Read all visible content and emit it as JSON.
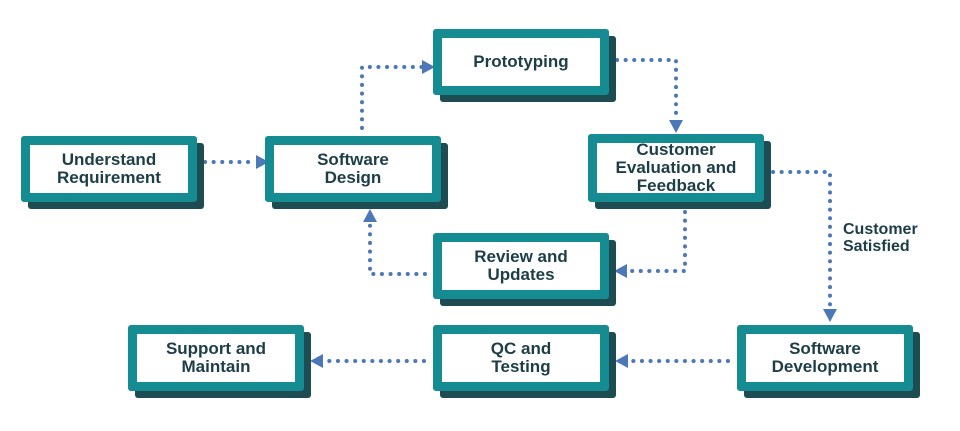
{
  "colors": {
    "box_border": "#148c91",
    "box_shadow": "#1e4c53",
    "text": "#1d3d47",
    "arrow": "#4d78b8"
  },
  "nodes": {
    "understand_requirement": "Understand\nRequirement",
    "software_design": "Software\nDesign",
    "prototyping": "Prototyping",
    "customer_evaluation": "Customer\nEvaluation and\nFeedback",
    "review_updates": "Review and\nUpdates",
    "software_development": "Software\nDevelopment",
    "qc_testing": "QC and\nTesting",
    "support_maintain": "Support and\nMaintain"
  },
  "edge_labels": {
    "customer_satisfied": "Customer\nSatisfied"
  },
  "edges": [
    {
      "from": "understand_requirement",
      "to": "software_design"
    },
    {
      "from": "software_design",
      "to": "prototyping"
    },
    {
      "from": "prototyping",
      "to": "customer_evaluation"
    },
    {
      "from": "customer_evaluation",
      "to": "review_updates"
    },
    {
      "from": "review_updates",
      "to": "software_design"
    },
    {
      "from": "customer_evaluation",
      "to": "software_development",
      "label": "customer_satisfied"
    },
    {
      "from": "software_development",
      "to": "qc_testing"
    },
    {
      "from": "qc_testing",
      "to": "support_maintain"
    }
  ]
}
